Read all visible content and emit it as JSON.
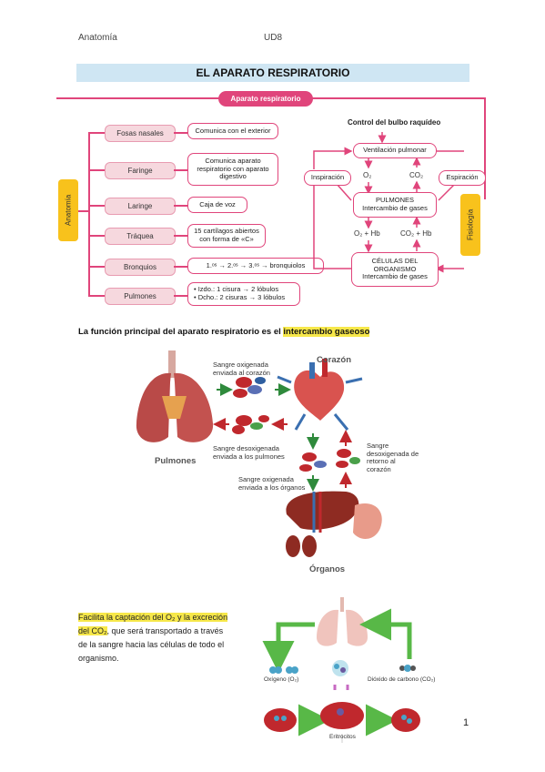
{
  "header": {
    "subject": "Anatomía",
    "unit": "UD8"
  },
  "title": "EL APARATO RESPIRATORIO",
  "diagram": {
    "root": "Aparato respiratorio",
    "anatomy_label": "Anatomía",
    "physiology_label": "Fisiología",
    "organs": [
      {
        "name": "Fosas nasales",
        "desc": "Comunica con el exterior"
      },
      {
        "name": "Faringe",
        "desc": "Comunica aparato respiratorio con aparato digestivo"
      },
      {
        "name": "Laringe",
        "desc": "Caja de voz"
      },
      {
        "name": "Tráquea",
        "desc": "15 cartílagos abiertos con forma de «C»"
      },
      {
        "name": "Bronquios",
        "desc": "1.ᵒˢ → 2.ᵒˢ → 3.ᵒˢ → bronquiolos"
      },
      {
        "name": "Pulmones",
        "desc_line1": "• Izdo.: 1 cisura → 2 lóbulos",
        "desc_line2": "• Dcho.: 2 cisuras → 3 lóbulos"
      }
    ],
    "physiology": {
      "control": "Control del bulbo raquídeo",
      "ventilation": "Ventilación pulmonar",
      "inspiration": "Inspiración",
      "expiration": "Espiración",
      "o2": "O₂",
      "co2": "CO₂",
      "lungs_line1": "PULMONES",
      "lungs_line2": "Intercambio de gases",
      "o2hb": "O₂ + Hb",
      "co2hb": "CO₂ + Hb",
      "cells_line1": "CÉLULAS DEL",
      "cells_line2": "ORGANISMO",
      "cells_line3": "Intercambio de gases"
    }
  },
  "statement": {
    "prefix": "La función principal del aparato respiratorio es el ",
    "highlight": "intercambio gaseoso"
  },
  "circulation": {
    "lungs_label": "Pulmones",
    "heart_label": "Corazón",
    "organs_label": "Órganos",
    "oxy_to_heart": "Sangre oxigenada enviada al corazón",
    "deoxy_to_lungs": "Sangre desoxigenada enviada a los pulmones",
    "deoxy_return": "Sangre desoxigenada de retorno al corazón",
    "oxy_to_organs": "Sangre oxigenada enviada a los órganos"
  },
  "paragraph": {
    "hl1": "Facilita la captación del O₂ y la excreción",
    "hl2": "del CO₂",
    "rest1": ", que será transportado a través",
    "line3": "de la sangre hacia las células de todo el",
    "line4": "organismo."
  },
  "gas_diagram": {
    "oxygen": "Oxígeno (O₂)",
    "co2": "Dióxido de carbono (CO₂)",
    "erythrocytes": "Eritrocitos"
  },
  "page_number": "1",
  "colors": {
    "accent_pink": "#e0457b",
    "tab_yellow": "#f8c21c",
    "title_blue": "#cfe6f3",
    "highlight": "#f7e84a"
  }
}
